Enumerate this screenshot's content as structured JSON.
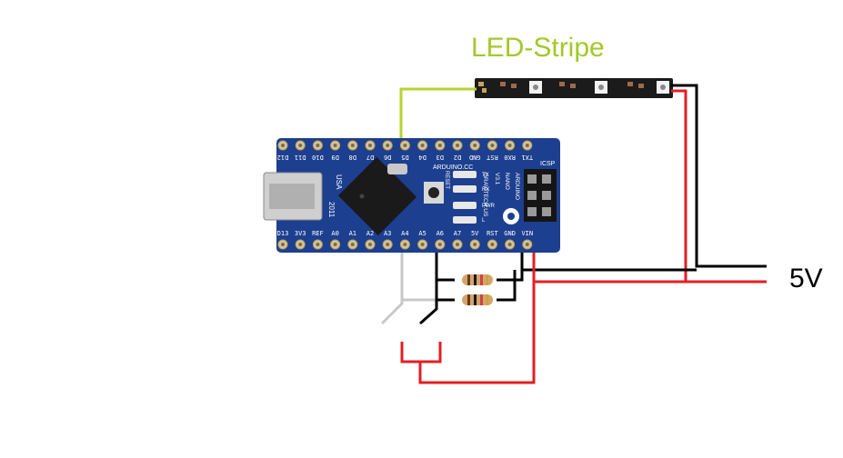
{
  "labels": {
    "led_stripe": "LED-Stripe",
    "supply": "5V"
  },
  "board": {
    "brand": "ARDUINO.CC",
    "model_lines": [
      "ARDUINO",
      "NANO",
      "V3.1"
    ],
    "maker": "GRAVITECH.US",
    "country": "USA",
    "year": "2011",
    "icsp": "ICSP",
    "reset": "RESET",
    "top_pins": [
      "D12",
      "D11",
      "D10",
      "D9",
      "D8",
      "D7",
      "D6",
      "D5",
      "D4",
      "D3",
      "D2",
      "GND",
      "RST",
      "RX0",
      "TX1"
    ],
    "bottom_pins": [
      "D13",
      "3V3",
      "REF",
      "A0",
      "A1",
      "A2",
      "A3",
      "A4",
      "A5",
      "A6",
      "A7",
      "5V",
      "RST",
      "GND",
      "VIN"
    ],
    "leds": [
      "TX",
      "RX",
      "PWR",
      "L"
    ]
  },
  "colors": {
    "data_wire": "#b5d334",
    "power_wire": "#e41e25",
    "ground_wire": "#000000",
    "button_wire": "#c8c8c8",
    "board": "#1d3f8f",
    "label_green": "#a3c92a"
  }
}
